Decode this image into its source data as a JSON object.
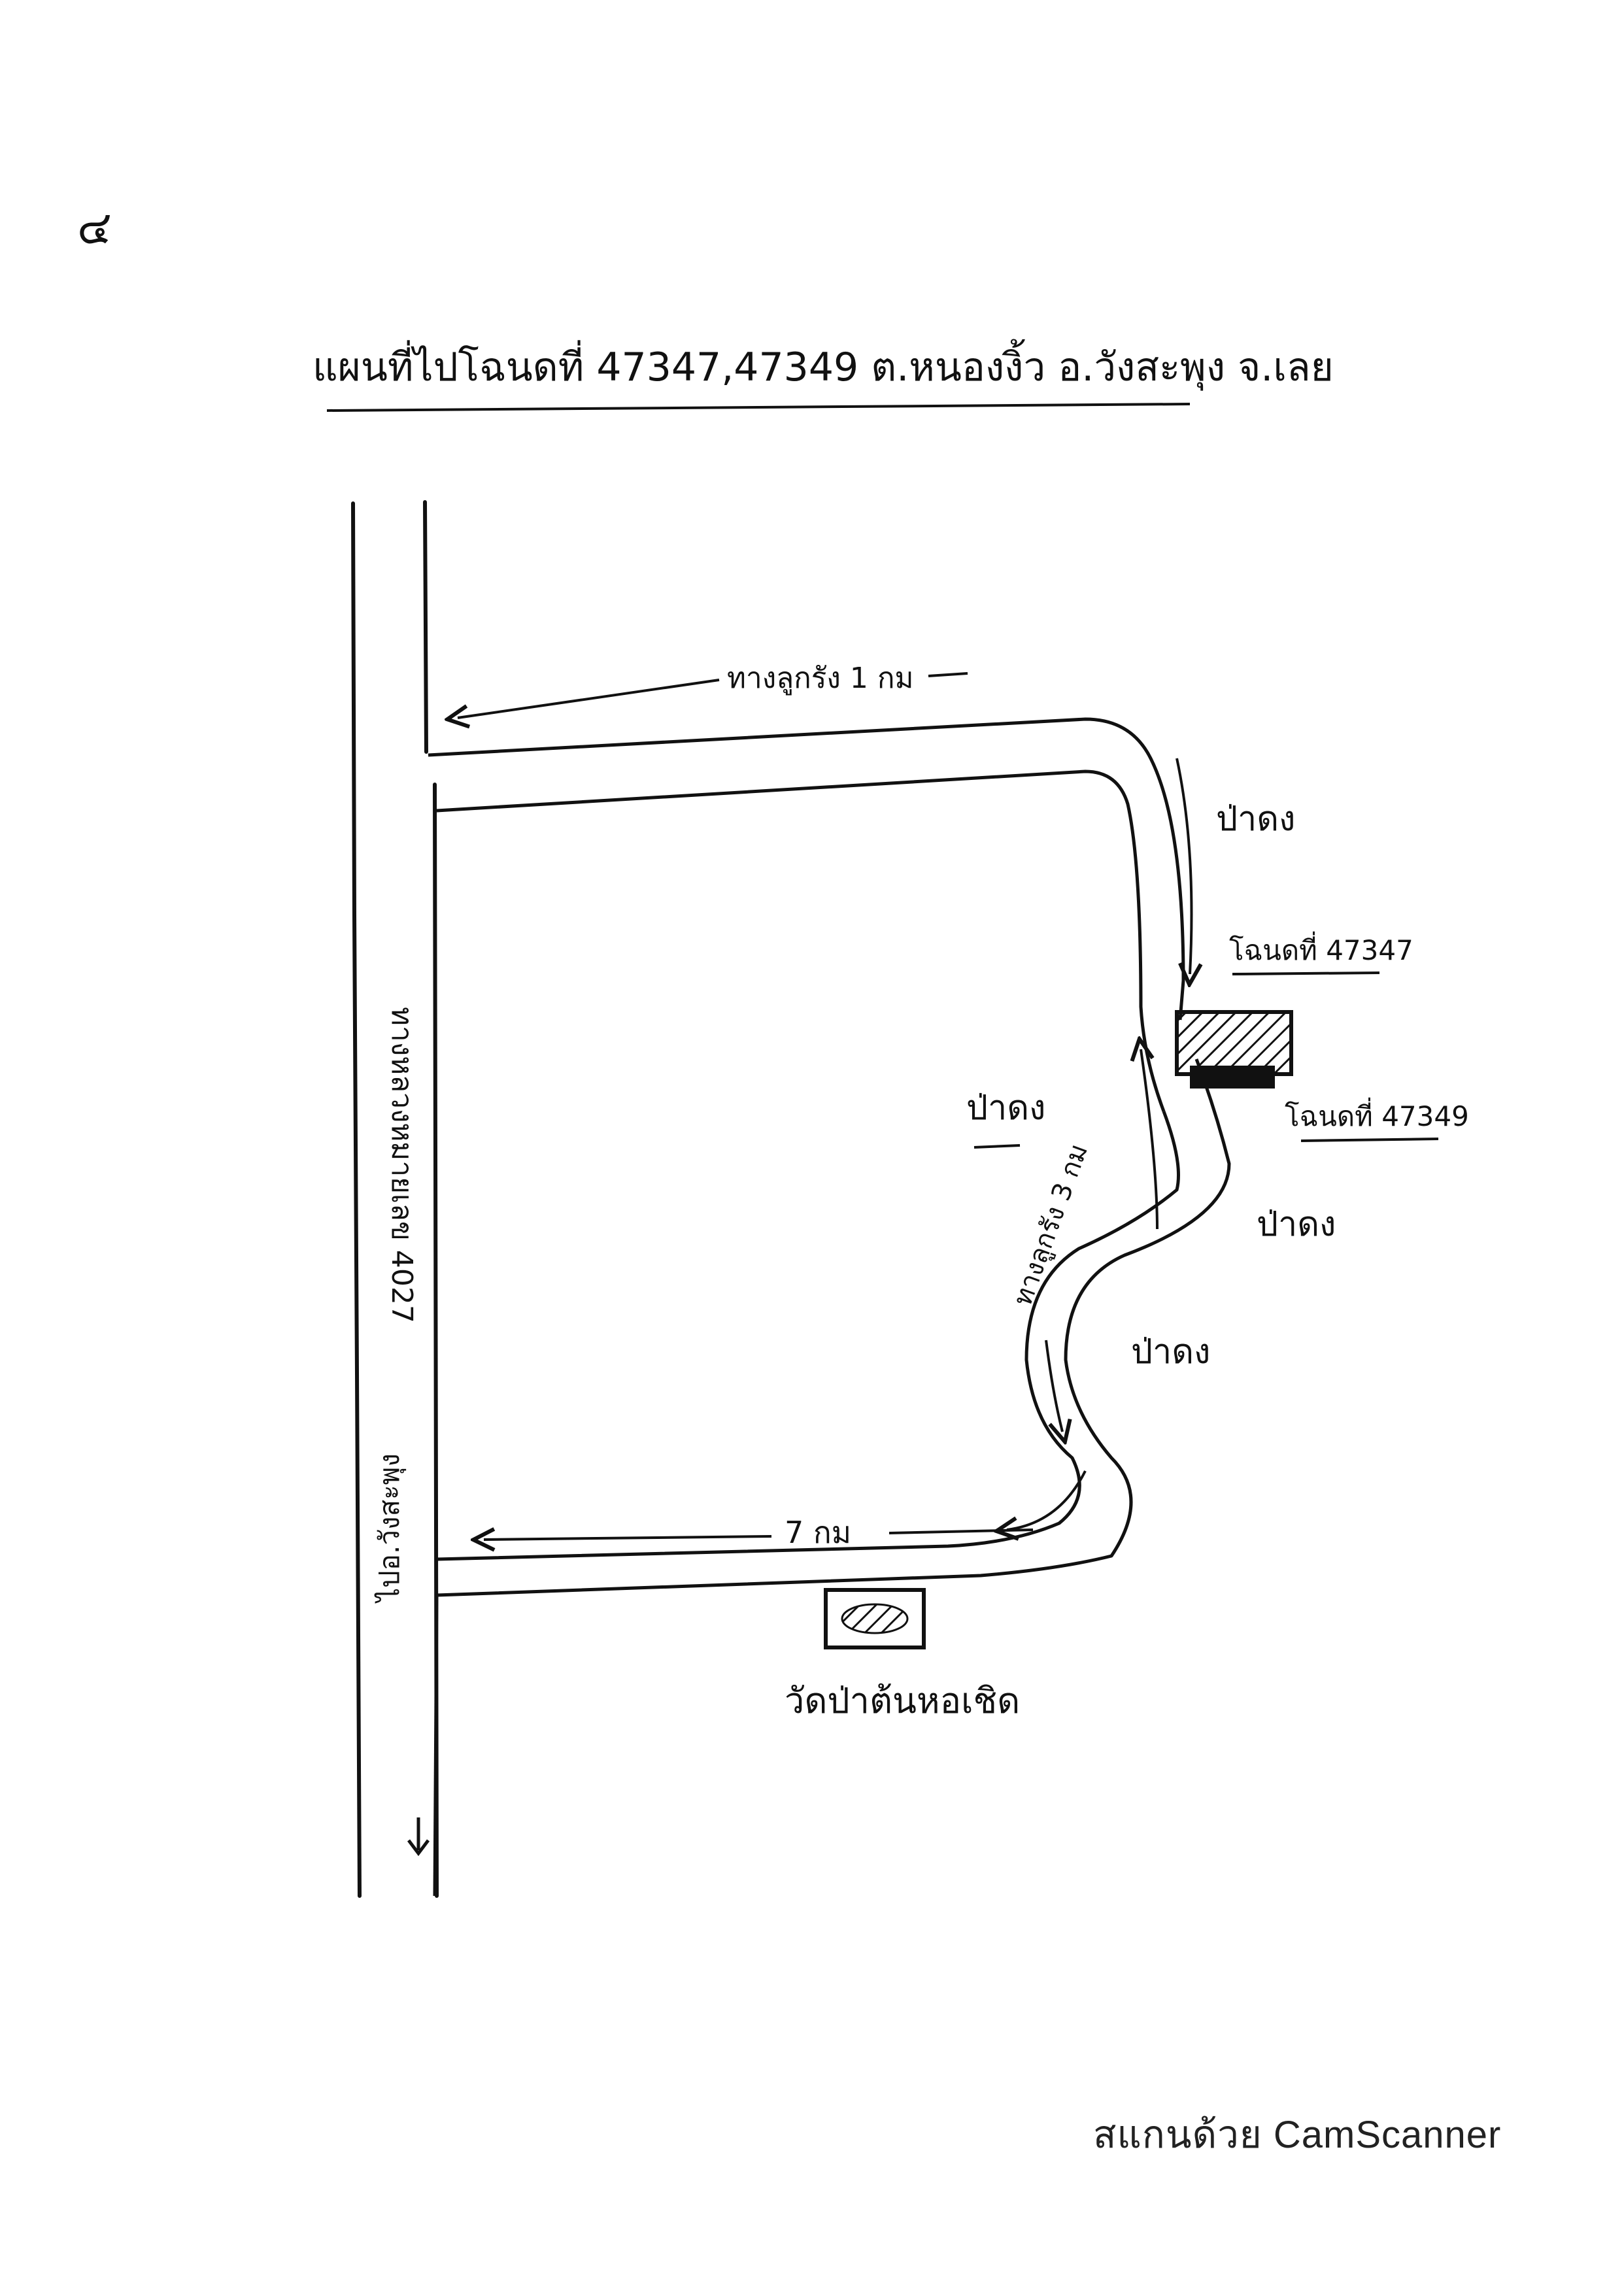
{
  "map": {
    "title": "แผนที่ไปโฉนดที่ 47347,47349 ต.หนองงิ้ว อ.วังสะพุง จ.เลย",
    "page_mark": "๔",
    "highway_label": "ทางหลวงหมายเลข 4027",
    "to_town_label": "ไปอ.วังสะพุง",
    "top_path_label": "ทางลูกรัง 1 กม",
    "right_path_label": "ทางลูกรัง 3 กม",
    "bottom_path_label": "7 กม",
    "forest_label_1": "ป่าดง",
    "forest_label_2": "ป่าดง",
    "forest_label_3": "ป่าดง",
    "forest_label_4": "ป่าดง",
    "parcel_1_label": "โฉนดที่ 47347",
    "parcel_2_label": "โฉนดที่ 47349",
    "temple_label": "วัดป่าต้นหอเชิด"
  },
  "colors": {
    "ink": "#111111",
    "paper": "#ffffff"
  },
  "watermark": "สแกนด้วย CamScanner"
}
